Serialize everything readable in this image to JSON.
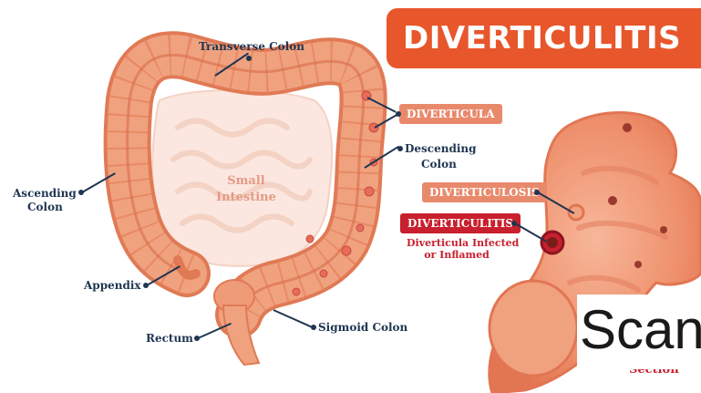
{
  "title": "DIVERTICULITIS",
  "labels": {
    "transverse_colon": "Transverse Colon",
    "ascending_colon": [
      "Ascending",
      "Colon"
    ],
    "descending_colon": [
      "Descending",
      "Colon"
    ],
    "small_intestine": [
      "Small",
      "Intestine"
    ],
    "appendix": "Appendix",
    "rectum": "Rectum",
    "sigmoid_colon": "Sigmoid Colon"
  },
  "tags": {
    "diverticula": "DIVERTICULA",
    "diverticulosis": "DIVERTICULOSIS",
    "diverticulitis": "DIVERTICULITIS",
    "diverticulitis_note": [
      "Diverticula Infected",
      "or Inflamed"
    ]
  },
  "overlay": {
    "scan_text": "Scan",
    "section_text": "Section"
  },
  "colors": {
    "banner": "#e8562b",
    "colon_fill": "#f0a27f",
    "colon_dark": "#e07a55",
    "label_text": "#1f3552",
    "inflamed": "#c8202e"
  }
}
